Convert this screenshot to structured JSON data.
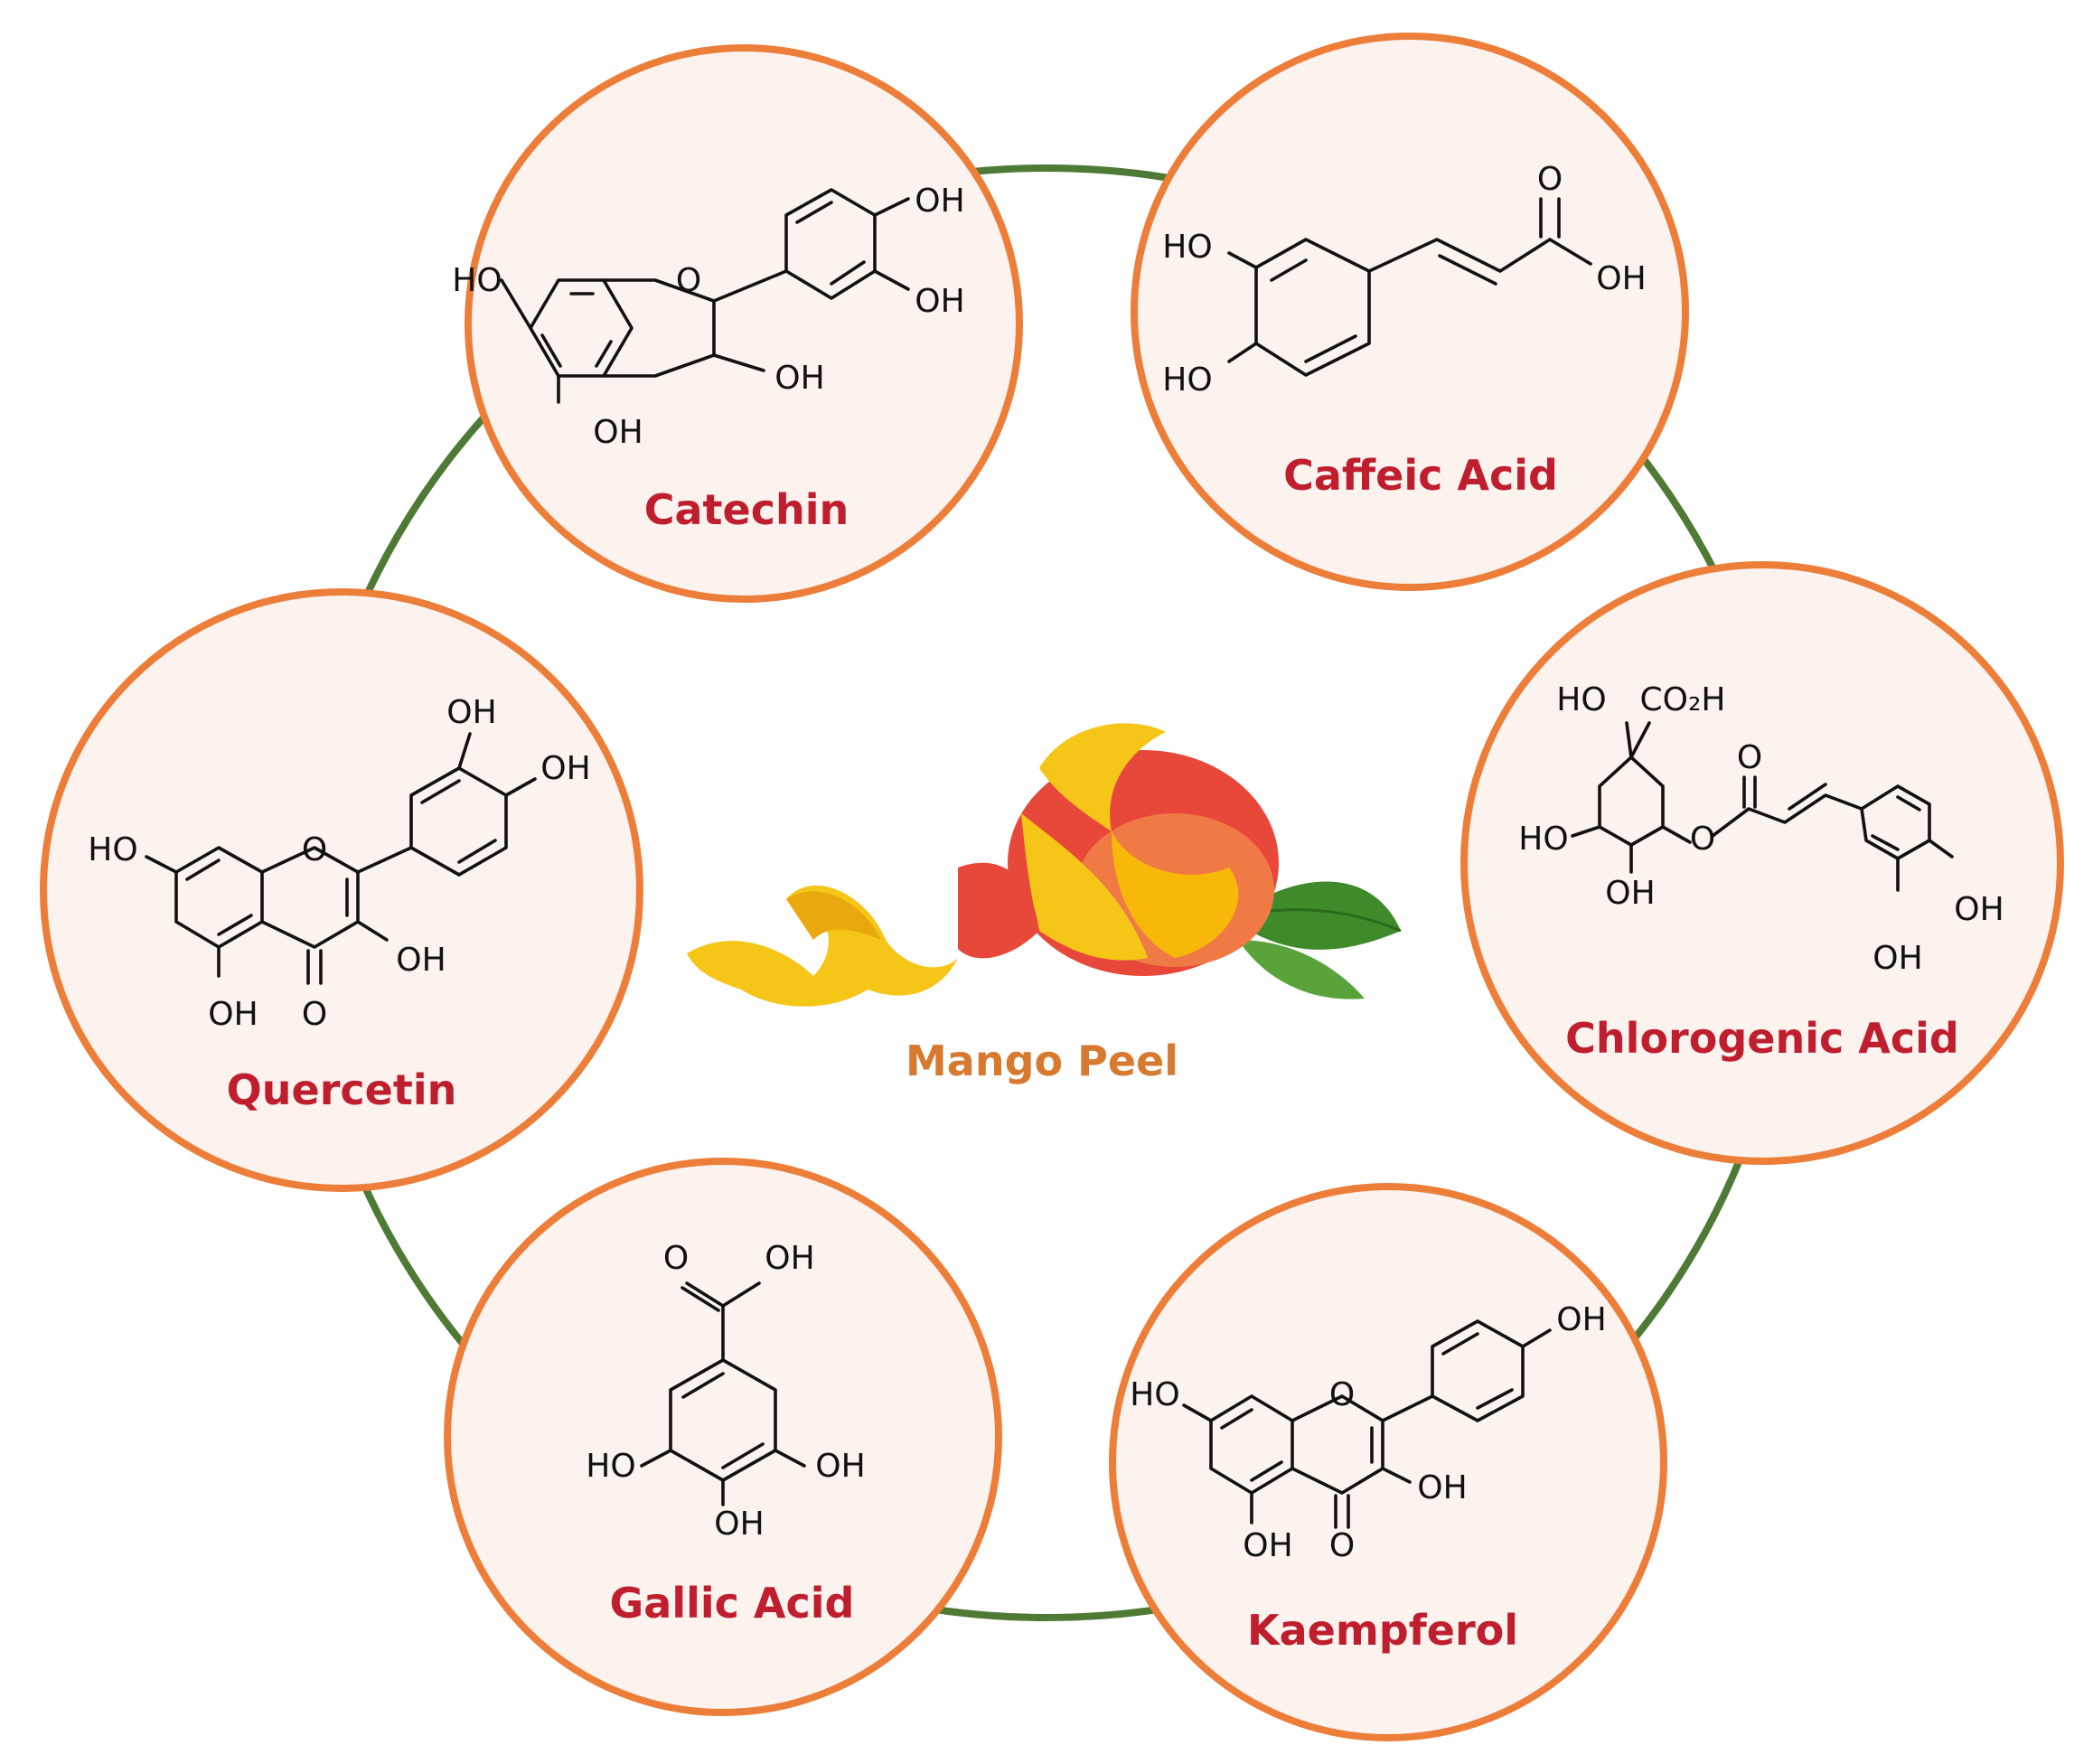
{
  "center": {
    "label": "Mango Peel"
  },
  "compounds": [
    {
      "name": "Catechin",
      "atoms": {
        "ho1": "HO",
        "o": "O",
        "oh1": "OH",
        "oh2": "OH",
        "oh3": "OH",
        "oh4": "OH"
      }
    },
    {
      "name": "Caffeic Acid",
      "atoms": {
        "ho1": "HO",
        "ho2": "HO",
        "o": "O",
        "oh": "OH"
      }
    },
    {
      "name": "Chlorogenic Acid",
      "atoms": {
        "ho1": "HO",
        "co2h": "CO₂H",
        "ho2": "HO",
        "oh1": "OH",
        "o1": "O",
        "o2": "O",
        "oh2": "OH",
        "oh3": "OH"
      }
    },
    {
      "name": "Kaempferol",
      "atoms": {
        "ho": "HO",
        "o1": "O",
        "oh1": "OH",
        "oh2": "OH",
        "oh3": "OH",
        "o2": "O"
      }
    },
    {
      "name": "Gallic Acid",
      "atoms": {
        "o": "O",
        "oh1": "OH",
        "ho": "HO",
        "oh2": "OH",
        "oh3": "OH"
      }
    },
    {
      "name": "Quercetin",
      "atoms": {
        "oh1": "OH",
        "oh2": "OH",
        "ho": "HO",
        "o1": "O",
        "oh3": "OH",
        "oh4": "OH",
        "o2": "O"
      }
    }
  ],
  "colors": {
    "ring": "#4e7a35",
    "disc_fill": "#fcf2ee",
    "disc_border": "#ec7e3a",
    "compound_name": "#be1e2d",
    "center_label": "#d77a30"
  }
}
